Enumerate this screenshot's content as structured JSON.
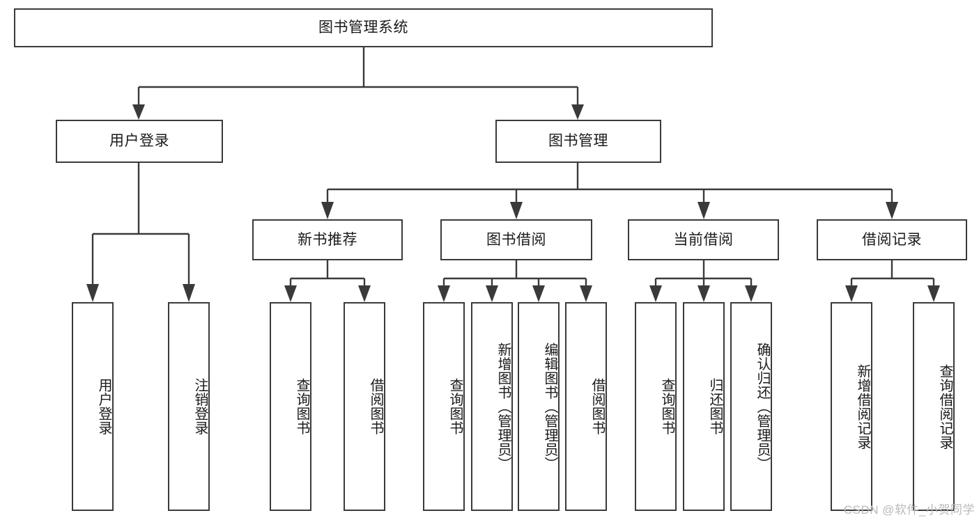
{
  "diagram": {
    "title": "图书管理系统",
    "watermark": "CSDN @软件_小贺同学",
    "accent_color": "#3a3a3a",
    "background_color": "#ffffff",
    "text_color": "#1a1a1a"
  },
  "nodes": {
    "root": {
      "label": "图书管理系统"
    },
    "level1": [
      {
        "label": "用户登录"
      },
      {
        "label": "图书管理"
      }
    ],
    "level2": [
      {
        "label": "新书推荐"
      },
      {
        "label": "图书借阅"
      },
      {
        "label": "当前借阅"
      },
      {
        "label": "借阅记录"
      }
    ],
    "leaves": {
      "user_login": [
        {
          "label": "用户登录"
        },
        {
          "label": "注销登录"
        }
      ],
      "new_book_recommend": [
        {
          "label": "查询图书"
        },
        {
          "label": "借阅图书"
        }
      ],
      "book_borrow": [
        {
          "label": "查询图书"
        },
        {
          "label": "新增图书（管理员）"
        },
        {
          "label": "编辑图书（管理员）"
        },
        {
          "label": "借阅图书"
        }
      ],
      "current_borrow": [
        {
          "label": "查询图书"
        },
        {
          "label": "归还图书"
        },
        {
          "label": "确认归还（管理员）"
        }
      ],
      "borrow_record": [
        {
          "label": "新增借阅记录"
        },
        {
          "label": "查询借阅记录"
        }
      ]
    }
  },
  "chart_data": {
    "type": "table",
    "title": "图书管理系统",
    "structure": "tree",
    "hierarchy": [
      {
        "label": "图书管理系统",
        "children": [
          {
            "label": "用户登录",
            "children": [
              {
                "label": "用户登录"
              },
              {
                "label": "注销登录"
              }
            ]
          },
          {
            "label": "图书管理",
            "children": [
              {
                "label": "新书推荐",
                "children": [
                  {
                    "label": "查询图书"
                  },
                  {
                    "label": "借阅图书"
                  }
                ]
              },
              {
                "label": "图书借阅",
                "children": [
                  {
                    "label": "查询图书"
                  },
                  {
                    "label": "新增图书（管理员）"
                  },
                  {
                    "label": "编辑图书（管理员）"
                  },
                  {
                    "label": "借阅图书"
                  }
                ]
              },
              {
                "label": "当前借阅",
                "children": [
                  {
                    "label": "查询图书"
                  },
                  {
                    "label": "归还图书"
                  },
                  {
                    "label": "确认归还（管理员）"
                  }
                ]
              },
              {
                "label": "借阅记录",
                "children": [
                  {
                    "label": "新增借阅记录"
                  },
                  {
                    "label": "查询借阅记录"
                  }
                ]
              }
            ]
          }
        ]
      }
    ]
  }
}
